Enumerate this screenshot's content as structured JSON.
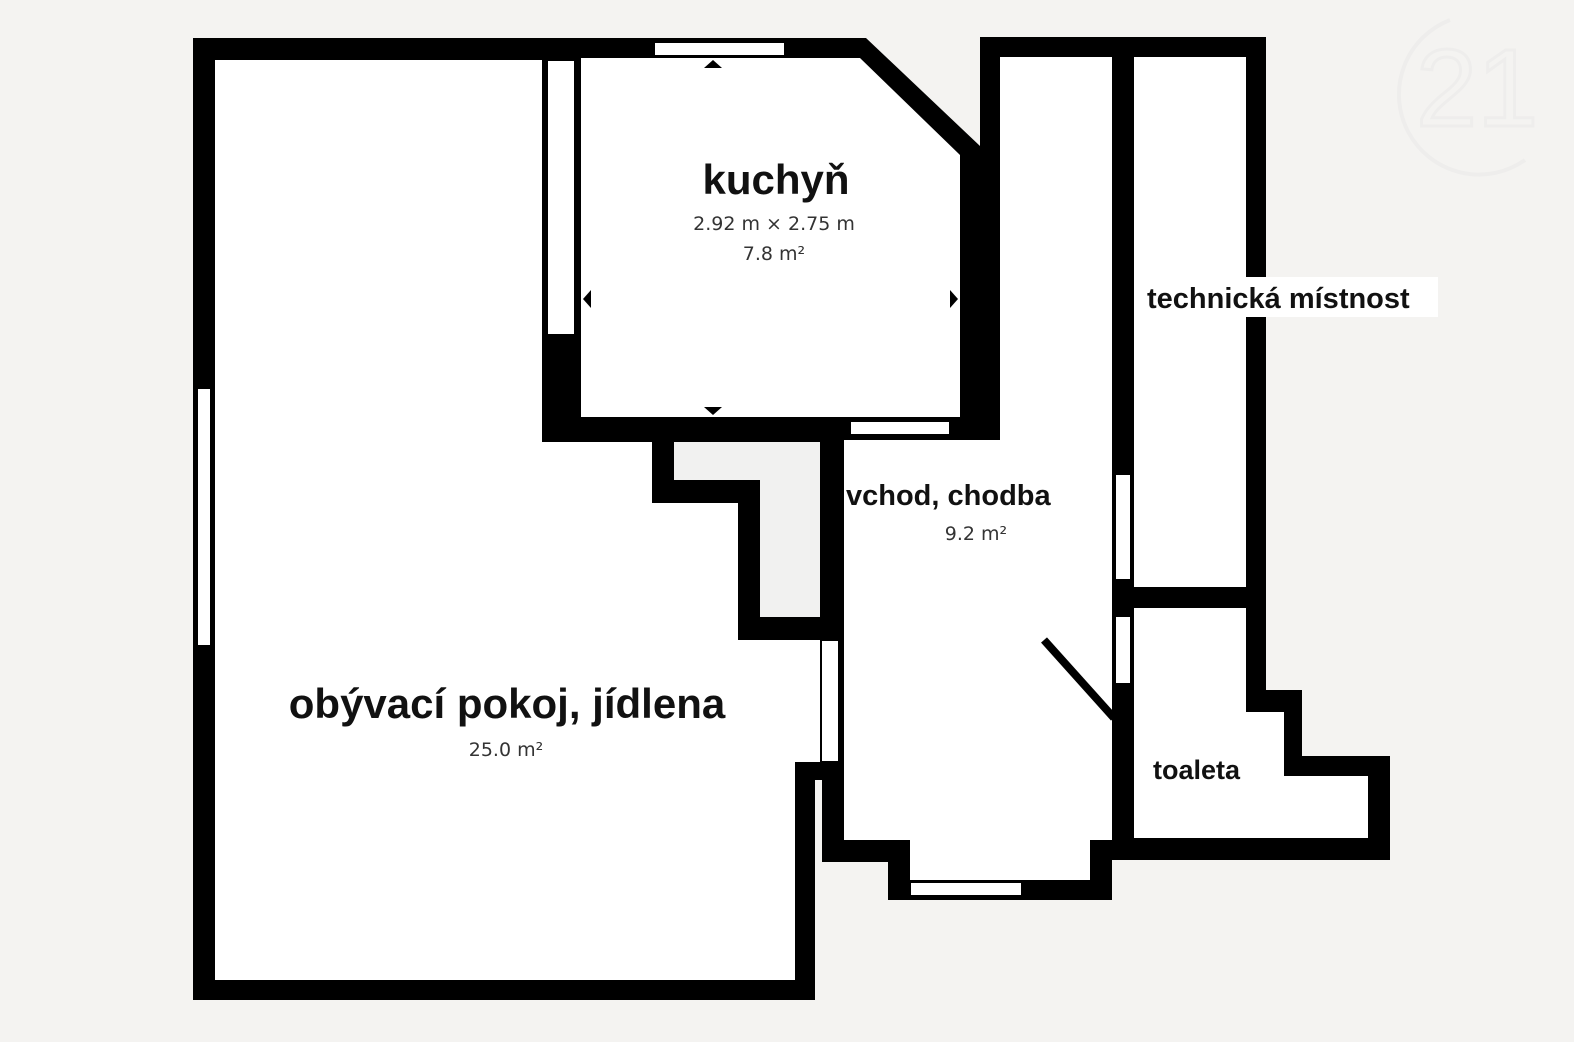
{
  "logo": {
    "text": "21",
    "icon": "century21-logo-icon"
  },
  "colors": {
    "wall": "#000000",
    "floor": "#ffffff",
    "background": "#f4f3f1",
    "closet": "#f1f1f0"
  },
  "rooms": {
    "living": {
      "name": "obývací pokoj, jídlena",
      "area": "25.0 m²"
    },
    "kitchen": {
      "name": "kuchyň",
      "dimensions": "2.92 m × 2.75 m",
      "area": "7.8 m²"
    },
    "hallway": {
      "name": "vchod, chodba",
      "area": "9.2 m²"
    },
    "technical": {
      "name": "technická místnost"
    },
    "toilet": {
      "name": "toaleta"
    }
  }
}
